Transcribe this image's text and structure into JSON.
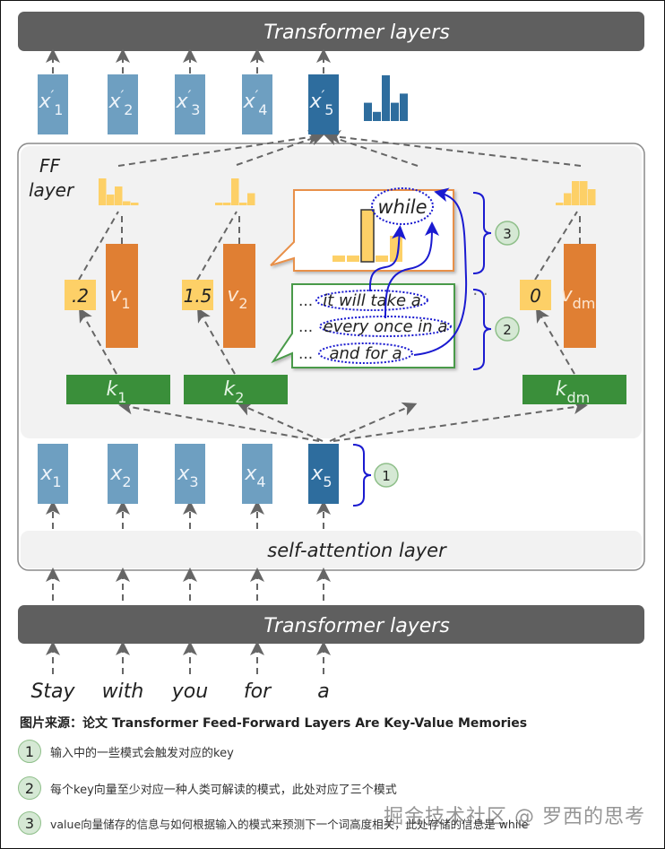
{
  "diagram": {
    "top_layer_label": "Transformer layers",
    "bottom_layer_label": "Transformer layers",
    "self_attention_label": "self-attention layer",
    "ff_layer_label_line1": "FF",
    "ff_layer_label_line2": "layer",
    "output_vectors": [
      {
        "base": "x",
        "prime": "′",
        "sub": "1",
        "highlight": false
      },
      {
        "base": "x",
        "prime": "′",
        "sub": "2",
        "highlight": false
      },
      {
        "base": "x",
        "prime": "′",
        "sub": "3",
        "highlight": false
      },
      {
        "base": "x",
        "prime": "′",
        "sub": "4",
        "highlight": false
      },
      {
        "base": "x",
        "prime": "′",
        "sub": "5",
        "highlight": true
      }
    ],
    "output_distribution": [
      0.4,
      0.2,
      1.0,
      0.4,
      0.6
    ],
    "input_vectors": [
      {
        "base": "x",
        "sub": "1",
        "highlight": false
      },
      {
        "base": "x",
        "sub": "2",
        "highlight": false
      },
      {
        "base": "x",
        "sub": "3",
        "highlight": false
      },
      {
        "base": "x",
        "sub": "4",
        "highlight": false
      },
      {
        "base": "x",
        "sub": "5",
        "highlight": true
      }
    ],
    "input_tokens": [
      "Stay",
      "with",
      "you",
      "for",
      "a"
    ],
    "memories": [
      {
        "key": "k",
        "key_sub": "1",
        "value": "v",
        "value_sub": "1",
        "coefficient": ".2",
        "value_distribution": [
          1.0,
          0.4,
          0.7,
          0.15,
          0.08
        ]
      },
      {
        "key": "k",
        "key_sub": "2",
        "value": "v",
        "value_sub": "2",
        "coefficient": "1.5",
        "value_distribution": [
          0.08,
          0.08,
          1.0,
          0.08,
          0.45
        ]
      },
      {
        "key": "k",
        "key_sub": "dm",
        "value": "v",
        "value_sub": "dm",
        "coefficient": "0",
        "value_distribution": [
          0.1,
          0.45,
          0.9,
          0.9,
          0.6
        ]
      }
    ],
    "value_callout": {
      "predicted_word": "while",
      "distribution": [
        0.12,
        0.12,
        1.0,
        0.12,
        0.5
      ]
    },
    "key_callout": {
      "prefix": "...",
      "patterns": [
        "it will take a",
        "every once in a",
        "and for a"
      ]
    },
    "ellipsis": "· ·",
    "markers": [
      "1",
      "2",
      "3"
    ],
    "colors": {
      "layer_bar": "#5f5f5f",
      "vector_light": "#6e9fc1",
      "vector_dark": "#2e6d9e",
      "key_green": "#3a8f3a",
      "value_orange": "#e07f33",
      "coef_yellow": "#fdd067",
      "arrow_blue": "#1a1ad0",
      "marker_fill": "#d5e8d4"
    }
  },
  "caption": {
    "title": "图片来源：论文 Transformer Feed-Forward Layers Are Key-Value Memories",
    "notes": [
      {
        "num": "1",
        "text": "输入中的一些模式会触发对应的key"
      },
      {
        "num": "2",
        "text": "每个key向量至少对应一种人类可解读的模式，此处对应了三个模式"
      },
      {
        "num": "3",
        "text": "value向量储存的信息与如何根据输入的模式来预测下一个词高度相关，此处存储的信息是 while"
      }
    ],
    "watermark": "掘金技术社区 @ 罗西的思考"
  }
}
